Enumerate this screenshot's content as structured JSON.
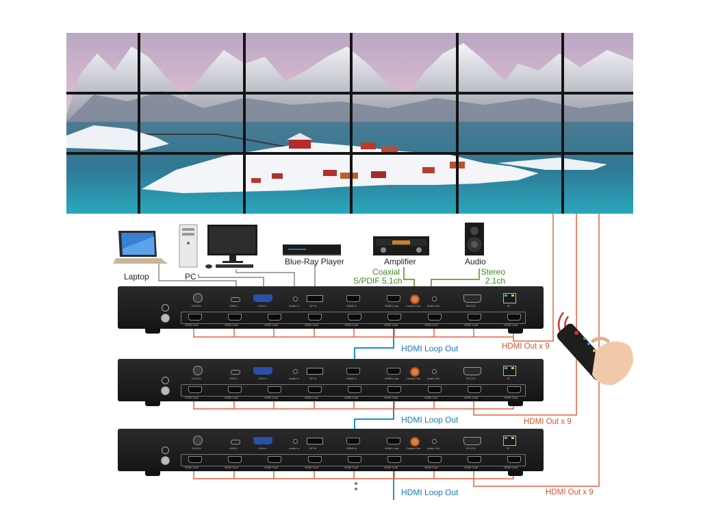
{
  "devices": {
    "laptop": "Laptop",
    "pc": "PC",
    "bluray": "Blue-Ray Player",
    "amplifier": "Amplifier",
    "audio": "Audio"
  },
  "connections": {
    "coaxial_line1": "Coaxial",
    "coaxial_line2": "S/PDIF 5.1ch",
    "stereo_line1": "Stereo",
    "stereo_line2": "2.1ch"
  },
  "links": {
    "loop_out": "HDMI Loop Out",
    "hdmi_out": "HDMI Out x 9"
  },
  "ports": {
    "dc": "DC/24V",
    "usbc": "USB-C",
    "vga": "VGA In",
    "audio_in": "Audio In",
    "dp": "DP In",
    "hdmi_in": "HDMI In",
    "hdmi_loop": "HDMI Loop",
    "coax_out": "Coaxial Out",
    "audio_out": "Audio Out",
    "rs232": "RS-232",
    "ip": "IP",
    "outs": [
      "HDMI Out1",
      "HDMI Out2",
      "HDMI Out3",
      "HDMI Out4",
      "HDMI Out5",
      "HDMI Out6",
      "HDMI Out7",
      "HDMI Out8",
      "HDMI Out9"
    ]
  },
  "colors": {
    "hdmi_out_line": "#e0623b",
    "loop_line": "#1a8fd0",
    "audio_line": "#6cb33f",
    "source_line": "#888888"
  }
}
